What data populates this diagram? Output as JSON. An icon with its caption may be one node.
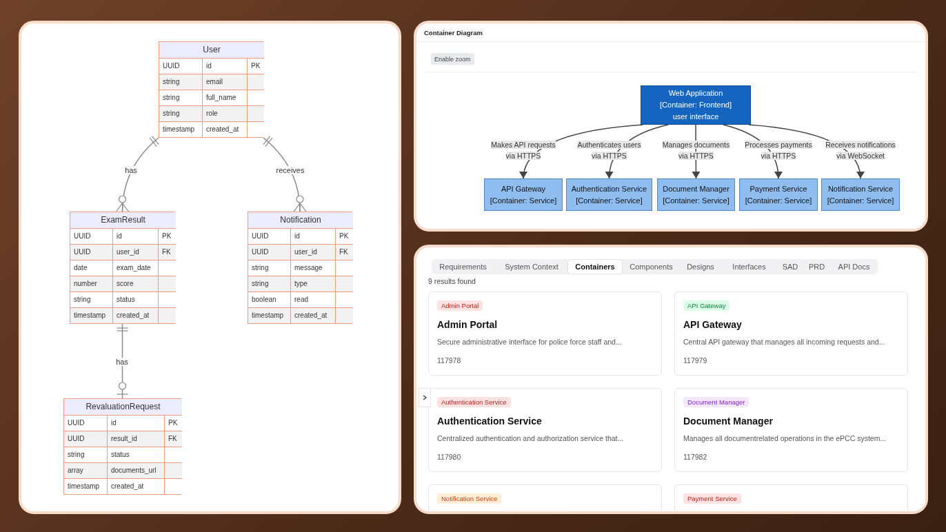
{
  "diagram": {
    "nodes": [
      {
        "text": [
          "User",
          "UUID",
          "id",
          "PK",
          "string",
          "email",
          "string",
          "full_name",
          "string",
          "role",
          "timestamp",
          "created_at"
        ]
      },
      {
        "text": [
          "ExamResult",
          "UUID",
          "id",
          "PK",
          "UUID",
          "user_id",
          "FK",
          "date",
          "exam_date",
          "number",
          "score",
          "string",
          "status",
          "timestamp",
          "created_at"
        ]
      },
      {
        "text": [
          "Notification",
          "UUID",
          "id",
          "PK",
          "UUID",
          "user_id",
          "FK",
          "string",
          "message",
          "string",
          "type",
          "boolean",
          "read",
          "timestamp",
          "created_at"
        ]
      },
      {
        "text": [
          "RevaluationRequest",
          "UUID",
          "id",
          "PK",
          "UUID",
          "result_id",
          "FK",
          "string",
          "status",
          "array",
          "documents_url",
          "timestamp",
          "created_at"
        ]
      },
      {
        "text": [
          "Container Diagram"
        ]
      },
      {
        "text": [
          "Web Application",
          "[Container: Frontend]",
          "user interface"
        ],
        "in": 4
      },
      {
        "text": [
          "API Gateway",
          "[Container: Service]"
        ],
        "in": 4
      },
      {
        "text": [
          "Authentication Service",
          "[Container: Service]"
        ],
        "in": 4
      },
      {
        "text": [
          "Document Manager",
          "[Container: Service]"
        ],
        "in": 4
      },
      {
        "text": [
          "Payment Service",
          "[Container: Service]"
        ],
        "in": 4
      },
      {
        "text": [
          "Notification Service",
          "[Container: Service]"
        ],
        "in": 4
      },
      {
        "text": [
          "Admin Portal",
          "Admin Portal",
          "Secure administrative interface for police force staff and...",
          "117978"
        ]
      },
      {
        "text": [
          "API Gateway",
          "API Gateway",
          "Central API gateway that manages all incoming requests and...",
          "117979"
        ]
      },
      {
        "text": [
          "Authentication Service",
          "Authentication Service",
          "Centralized authentication and authorization service that...",
          "117980"
        ]
      },
      {
        "text": [
          "Document Manager",
          "Document Manager",
          "Manages all documentrelated operations in the ePCC system...",
          "117982"
        ]
      },
      {
        "text": [
          "Notification Service"
        ]
      },
      {
        "text": [
          "Payment Service"
        ]
      }
    ],
    "edges": [
      {
        "from": 0,
        "to": 1,
        "arrow": "other",
        "label": "has"
      },
      {
        "from": 0,
        "to": 2,
        "arrow": "other",
        "label": "receives"
      },
      {
        "from": 1,
        "to": 3,
        "arrow": "other",
        "label": "has"
      },
      {
        "from": 5,
        "to": 6,
        "arrow": "to",
        "label": "Makes API requests via HTTPS"
      },
      {
        "from": 5,
        "to": 7,
        "arrow": "to",
        "label": "Authenticates users via HTTPS"
      },
      {
        "from": 5,
        "to": 8,
        "arrow": "to",
        "label": "Manages documents via HTTPS"
      },
      {
        "from": 5,
        "to": 9,
        "arrow": "to",
        "label": "Processes payments via HTTPS"
      },
      {
        "from": 5,
        "to": 10,
        "arrow": "to",
        "label": "Receives notifications via WebSocket"
      }
    ],
    "labels": [
      "Enable zoom",
      "Requirements",
      "System Context",
      "Containers",
      "Components",
      "Designs",
      "Interfaces",
      "SAD",
      "PRD",
      "API Docs",
      "9 results found"
    ]
  }
}
